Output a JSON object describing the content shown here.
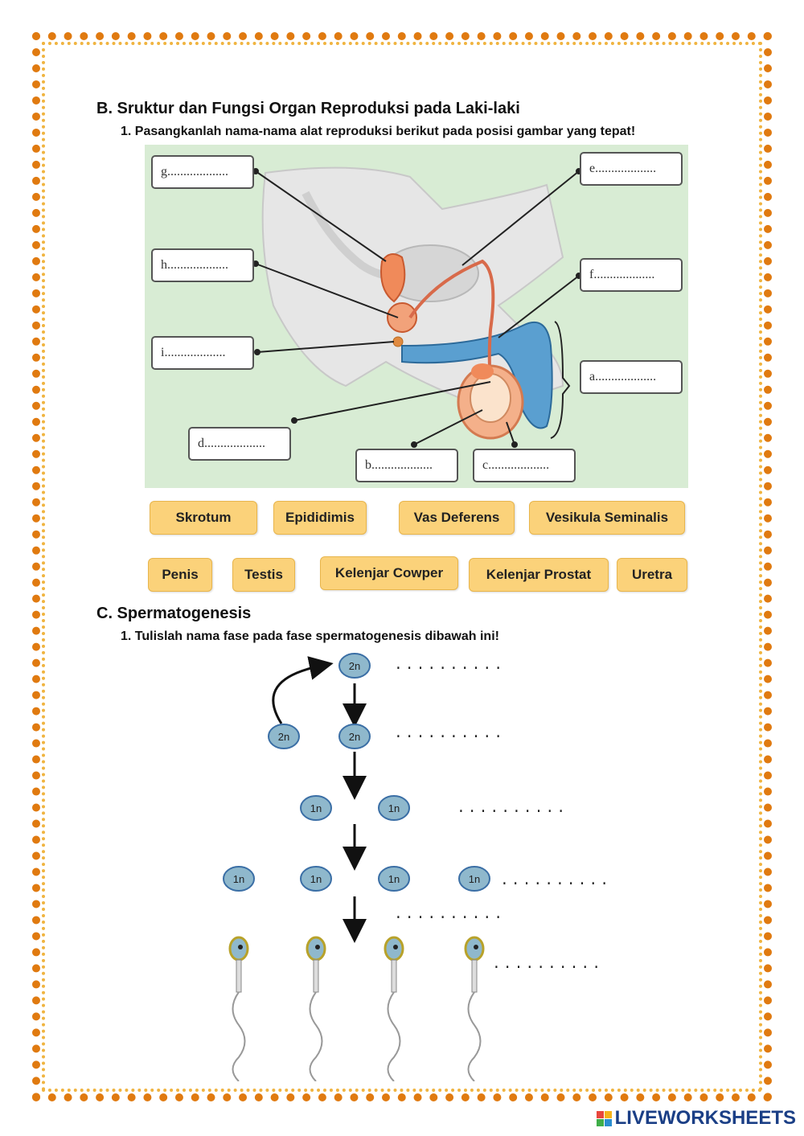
{
  "section_b": {
    "heading": "B.  Sruktur dan Fungsi Organ Reproduksi pada Laki-laki",
    "instruction": "1.   Pasangkanlah nama-nama alat reproduksi berikut pada posisi gambar yang tepat!",
    "labels": {
      "g": "g...................",
      "h": "h...................",
      "i": "i...................",
      "d": "d...................",
      "b": "b...................",
      "c": "c...................",
      "e": "e...................",
      "f": "f...................",
      "a": "a..................."
    },
    "chips": [
      "Skrotum",
      "Epididimis",
      "Vas Deferens",
      "Vesikula Seminalis",
      "Penis",
      "Testis",
      "Kelenjar Cowper",
      "Kelenjar Prostat",
      "Uretra"
    ]
  },
  "section_c": {
    "heading": "C.  Spermatogenesis",
    "instruction": "1.   Tulislah nama fase pada fase spermatogenesis dibawah ini!",
    "cells": {
      "diploid": "2n",
      "haploid": "1n"
    },
    "blanks": [
      "..........",
      "..........",
      "..........",
      "..........",
      "..........",
      ".........."
    ]
  },
  "brand": {
    "name": "LIVEWORKSHEETS",
    "colors": [
      "#e8463c",
      "#f5b21a",
      "#3fae49",
      "#2a8ed0"
    ]
  }
}
